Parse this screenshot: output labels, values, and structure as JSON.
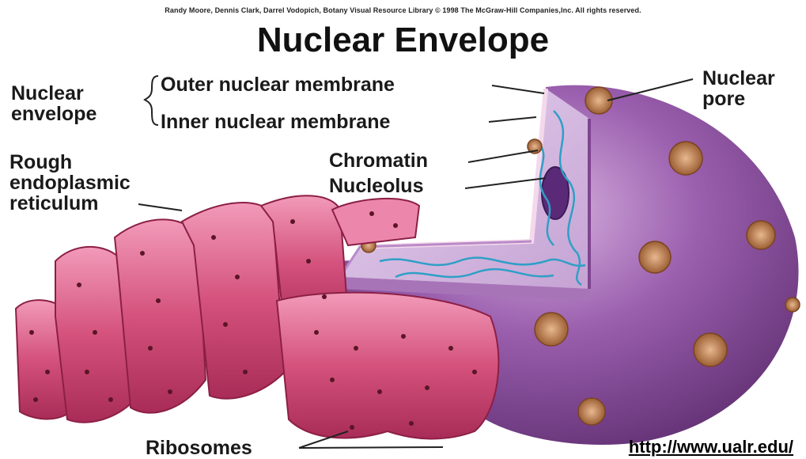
{
  "credit": "Randy Moore, Dennis Clark, Darrel Vodopich, Botany Visual Resource Library © 1998 The McGraw-Hill Companies,Inc. All rights reserved.",
  "title": "Nuclear Envelope",
  "labels": {
    "nuclear_envelope_1": "Nuclear",
    "nuclear_envelope_2": "envelope",
    "outer_membrane": "Outer nuclear membrane",
    "inner_membrane": "Inner nuclear membrane",
    "rer_1": "Rough",
    "rer_2": "endoplasmic",
    "rer_3": "reticulum",
    "chromatin": "Chromatin",
    "nucleolus": "Nucleolus",
    "nuclear_pore_1": "Nuclear",
    "nuclear_pore_2": "pore",
    "ribosomes": "Ribosomes"
  },
  "url": "http://www.ualr.edu/",
  "colors": {
    "nucleus_purple": "#8a4f9c",
    "nucleus_light": "#c49ad0",
    "er_pink": "#c8416e",
    "er_light": "#ef8fb0",
    "pore_brown": "#b87a4a",
    "chromatin_blue": "#3aa3c4",
    "ribosome_dark": "#6b1a2a"
  }
}
